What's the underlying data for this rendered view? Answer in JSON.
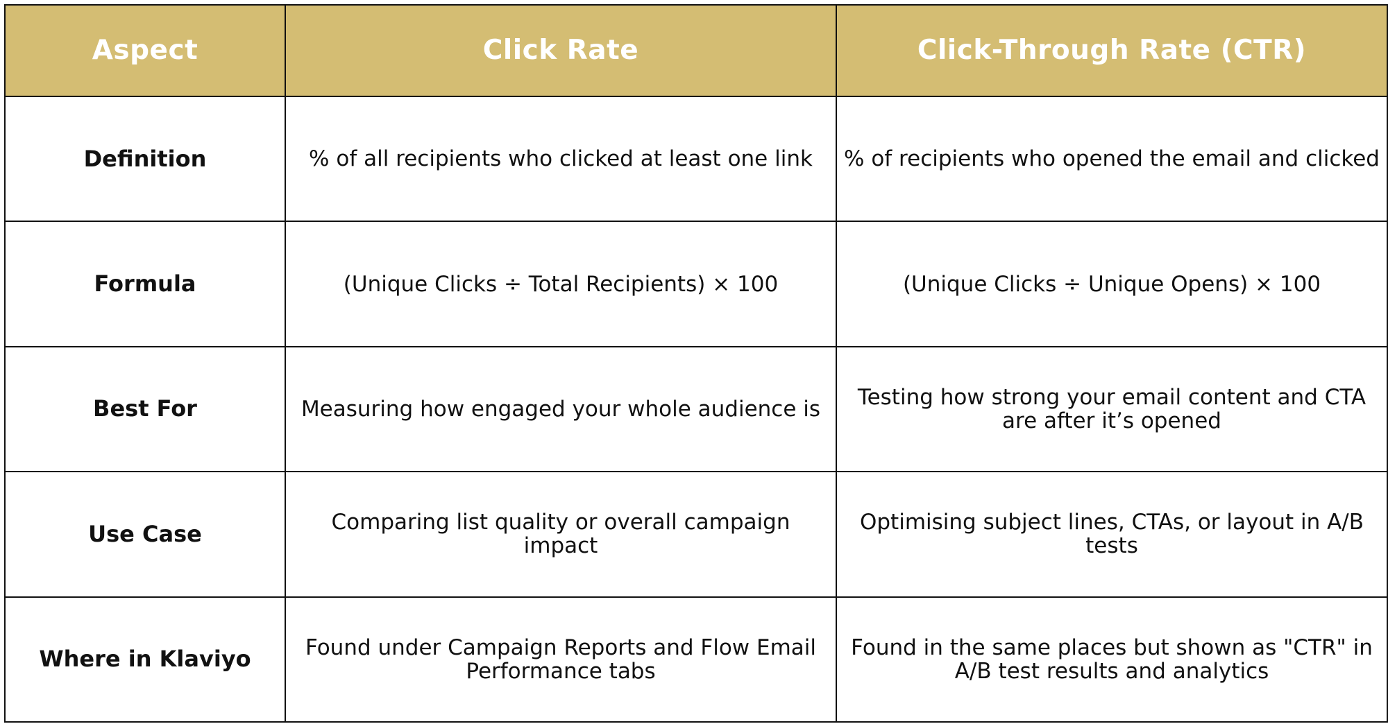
{
  "table": {
    "headers": [
      "Aspect",
      "Click Rate",
      "Click-Through Rate (CTR)"
    ],
    "rows": [
      {
        "aspect": "Definition",
        "click_rate": "% of all recipients who clicked at least one link",
        "ctr": "% of recipients who opened the email and clicked"
      },
      {
        "aspect": "Formula",
        "click_rate": "(Unique Clicks ÷ Total Recipients) × 100",
        "ctr": "(Unique Clicks ÷ Unique Opens) × 100"
      },
      {
        "aspect": "Best For",
        "click_rate": "Measuring how engaged your whole audience is",
        "ctr": "Testing how strong your email content and CTA are after it’s opened"
      },
      {
        "aspect": "Use Case",
        "click_rate": "Comparing list quality or overall campaign impact",
        "ctr": "Optimising subject lines, CTAs, or layout in A/B tests"
      },
      {
        "aspect": "Where in Klaviyo",
        "click_rate": "Found under Campaign Reports and Flow Email Performance tabs",
        "ctr": "Found in the same places but shown as \"CTR\" in A/B test results and analytics"
      }
    ]
  },
  "colors": {
    "header_background": "#d4bd73",
    "header_text": "#ffffff",
    "border": "#111111",
    "body_text": "#111111"
  }
}
